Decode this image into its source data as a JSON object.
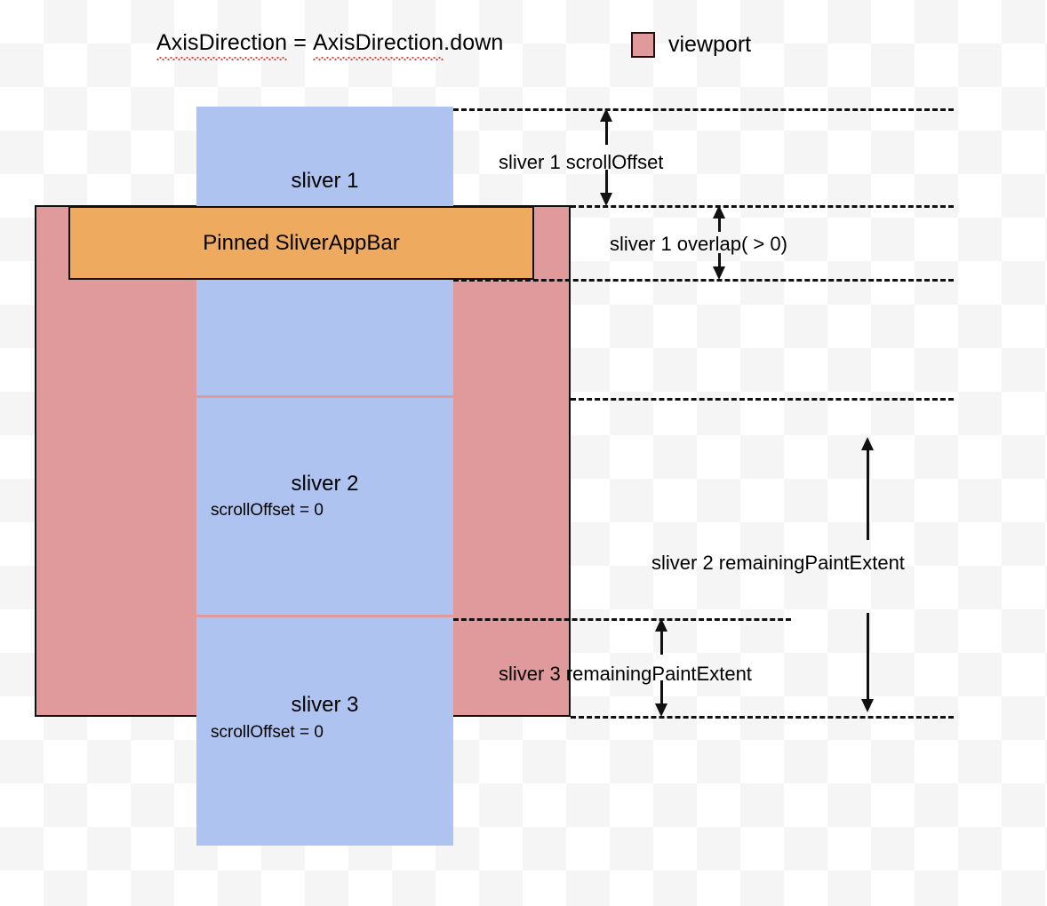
{
  "header": {
    "title_parts": {
      "lead": "AxisDirection",
      "equals": " = ",
      "value_prefix": "AxisDirection",
      "value_suffix": ".down"
    },
    "title_full": "AxisDirection = AxisDirection.down",
    "legend": {
      "swatch_color": "#e09a9c",
      "label": "viewport"
    }
  },
  "colors": {
    "viewport": "#e09a9c",
    "sliver": "#aec3ef",
    "appbar": "#eeaa5f",
    "line": "#111111",
    "squiggle": "#e0473a",
    "background": "#ffffff"
  },
  "diagram": {
    "appbar": {
      "label": "Pinned SliverAppBar"
    },
    "slivers": [
      {
        "title": "sliver 1",
        "subtitle": ""
      },
      {
        "title": "sliver 2",
        "subtitle": "scrollOffset = 0"
      },
      {
        "title": "sliver 3",
        "subtitle": "scrollOffset = 0"
      }
    ],
    "annotations": [
      {
        "label": "sliver 1 scrollOffset"
      },
      {
        "label": "sliver 1 overlap( > 0)"
      },
      {
        "label": "sliver 2 remainingPaintExtent"
      },
      {
        "label": "sliver 3 remainingPaintExtent"
      }
    ]
  }
}
